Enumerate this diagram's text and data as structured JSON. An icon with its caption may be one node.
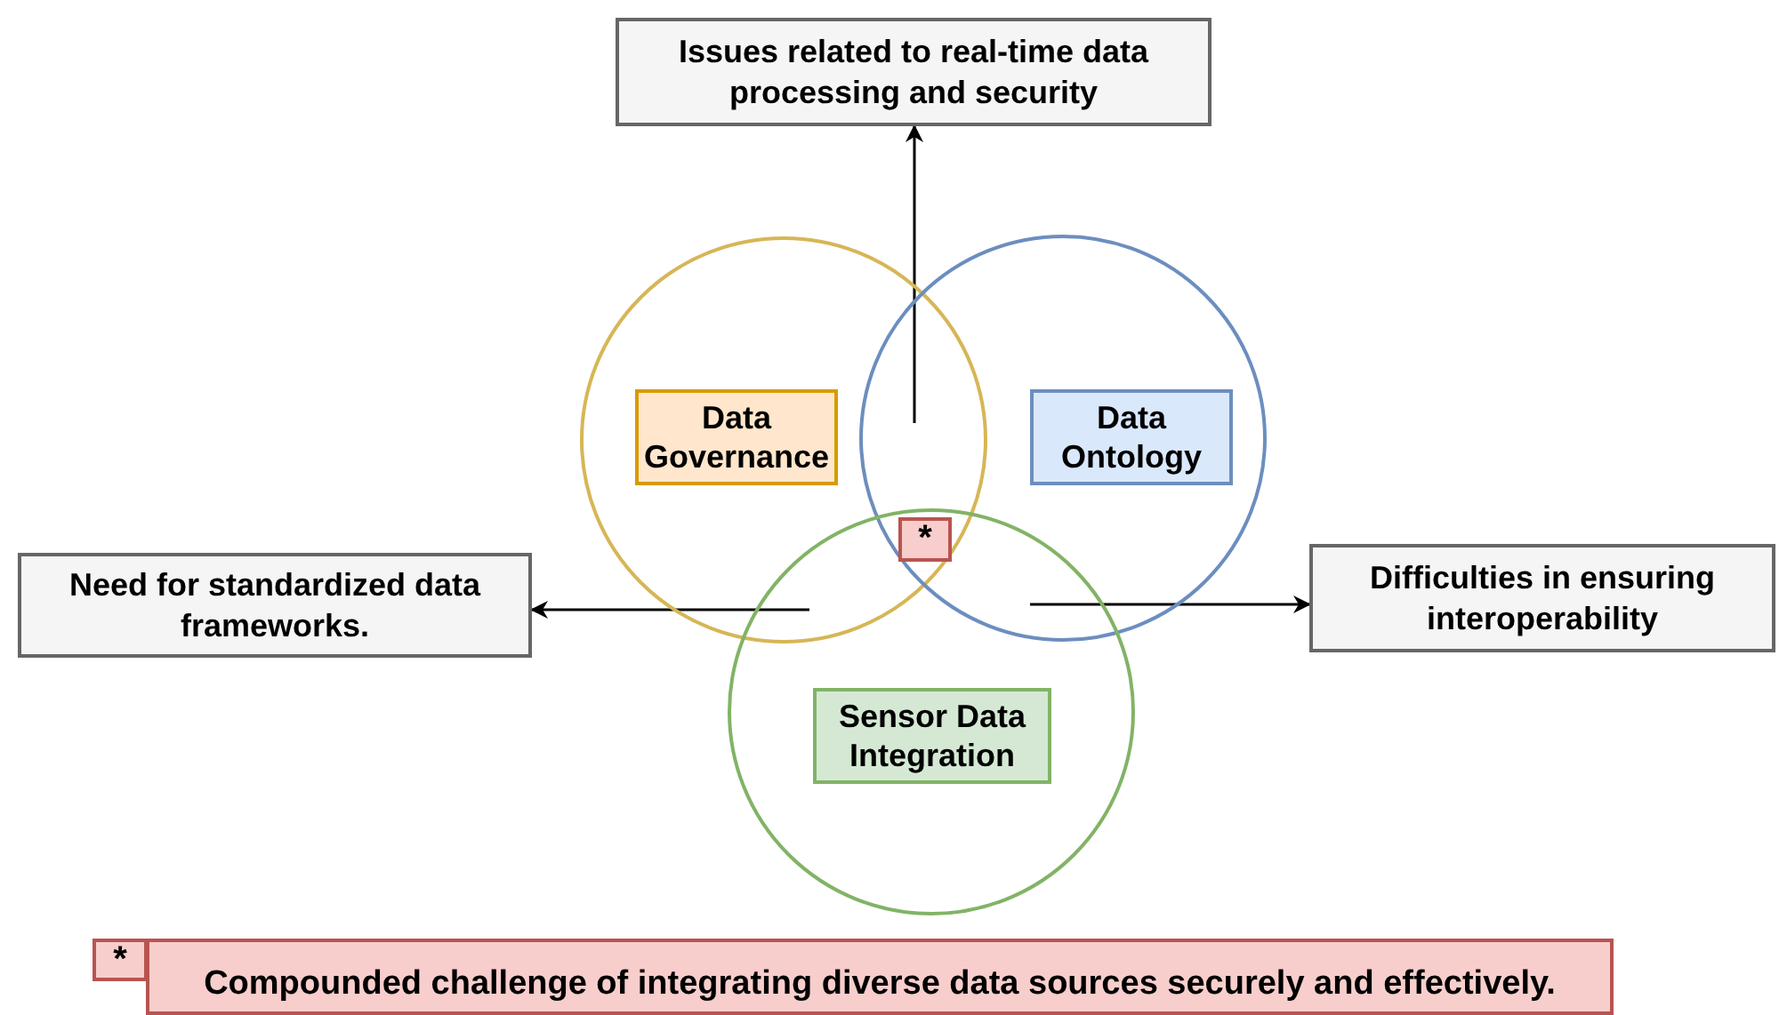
{
  "diagram": {
    "nodes": [
      {
        "text": [
          "Issues related to real-time data processing and security"
        ]
      },
      {
        "text": [],
        "shape": "circle"
      },
      {
        "text": [
          "Data Governance"
        ],
        "in": 1
      },
      {
        "text": [],
        "shape": "circle"
      },
      {
        "text": [
          "Data Ontology"
        ],
        "in": 3
      },
      {
        "text": [
          "Need for standardized data frameworks."
        ]
      },
      {
        "text": [
          "*"
        ]
      },
      {
        "text": [
          "Difficulties in ensuring interoperability"
        ]
      },
      {
        "text": [],
        "shape": "circle"
      },
      {
        "text": [
          "Sensor Data Integration"
        ],
        "in": 8
      },
      {
        "text": [
          "*"
        ]
      },
      {
        "text": [
          "Compounded challenge of integrating diverse data sources securely and effectively."
        ]
      }
    ],
    "edges": [
      {
        "from": null,
        "to": 0,
        "arrow": "to"
      },
      {
        "from": null,
        "to": 5,
        "arrow": "to"
      },
      {
        "from": null,
        "to": 7,
        "arrow": "to"
      }
    ]
  }
}
